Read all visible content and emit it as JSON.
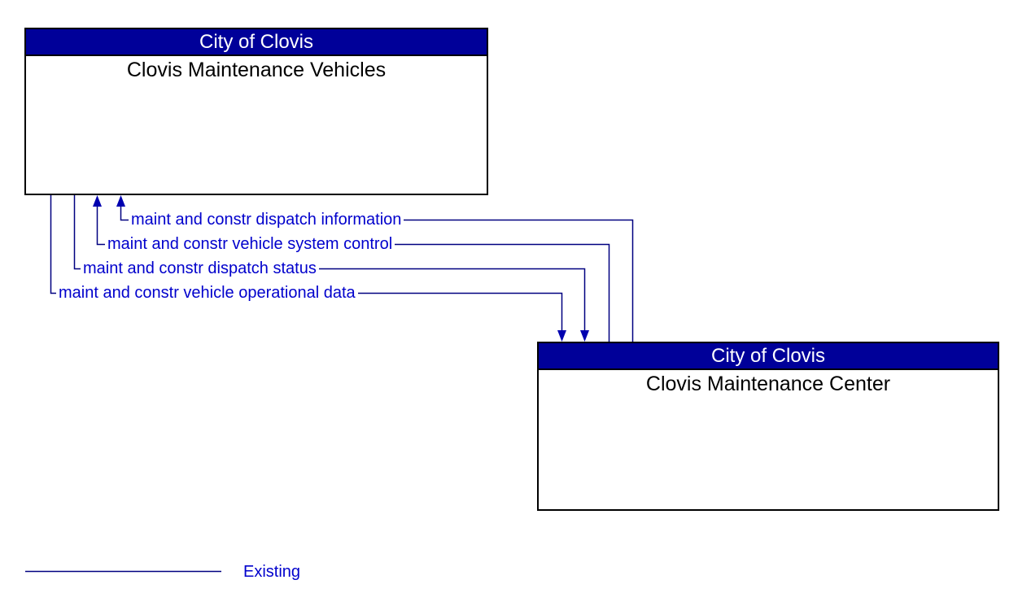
{
  "diagram": {
    "boxes": [
      {
        "org": "City of Clovis",
        "name": "Clovis Maintenance Vehicles"
      },
      {
        "org": "City of Clovis",
        "name": "Clovis Maintenance Center"
      }
    ],
    "flows": [
      {
        "label": "maint and constr dispatch information",
        "from": "Clovis Maintenance Center",
        "to": "Clovis Maintenance Vehicles",
        "status": "existing"
      },
      {
        "label": "maint and constr vehicle system control",
        "from": "Clovis Maintenance Center",
        "to": "Clovis Maintenance Vehicles",
        "status": "existing"
      },
      {
        "label": "maint and constr dispatch status",
        "from": "Clovis Maintenance Vehicles",
        "to": "Clovis Maintenance Center",
        "status": "existing"
      },
      {
        "label": "maint and constr vehicle operational data",
        "from": "Clovis Maintenance Vehicles",
        "to": "Clovis Maintenance Center",
        "status": "existing"
      }
    ],
    "legend": {
      "label": "Existing"
    },
    "colors": {
      "header_bg": "#000099",
      "header_text": "#ffffff",
      "entity_text": "#000000",
      "box_border": "#000000",
      "flow_line": "#000080",
      "arrowhead": "#0000b0",
      "flow_label_text": "#0000cc"
    }
  }
}
